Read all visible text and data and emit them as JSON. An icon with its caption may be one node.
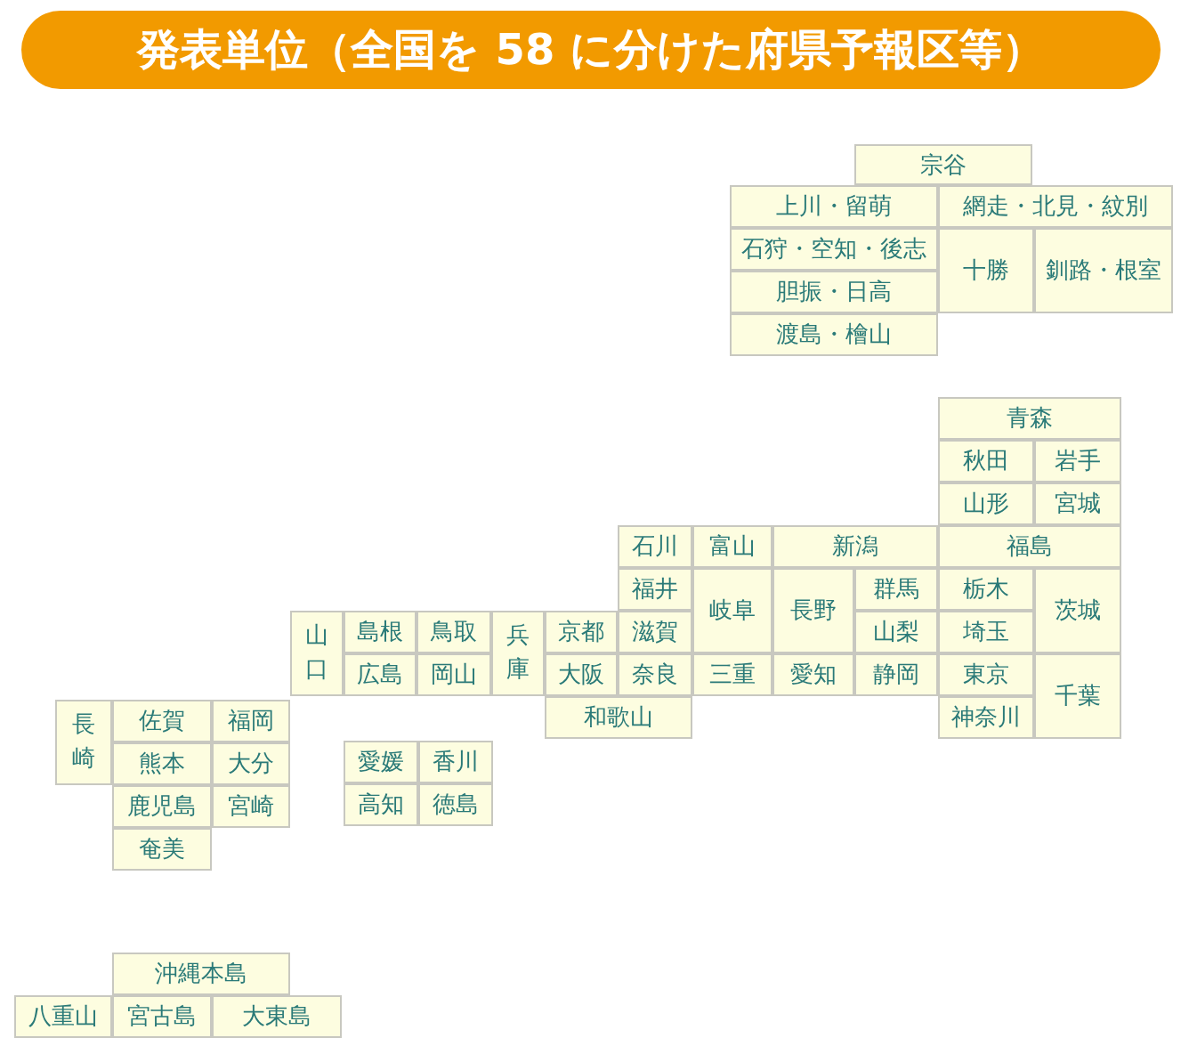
{
  "diagram": {
    "title": "発表単位（全国を 58 に分けた府県予報区等）",
    "nodes": [
      {
        "text": [
          "宗谷"
        ]
      },
      {
        "text": [
          "上川・留萌"
        ]
      },
      {
        "text": [
          "網走・北見・紋別"
        ]
      },
      {
        "text": [
          "石狩・空知・後志"
        ]
      },
      {
        "text": [
          "十勝"
        ]
      },
      {
        "text": [
          "釧路・根室"
        ]
      },
      {
        "text": [
          "胆振・日高"
        ]
      },
      {
        "text": [
          "渡島・檜山"
        ]
      },
      {
        "text": [
          "青森"
        ]
      },
      {
        "text": [
          "秋田"
        ]
      },
      {
        "text": [
          "岩手"
        ]
      },
      {
        "text": [
          "山形"
        ]
      },
      {
        "text": [
          "宮城"
        ]
      },
      {
        "text": [
          "石川"
        ]
      },
      {
        "text": [
          "富山"
        ]
      },
      {
        "text": [
          "新潟"
        ]
      },
      {
        "text": [
          "福島"
        ]
      },
      {
        "text": [
          "福井"
        ]
      },
      {
        "text": [
          "岐阜"
        ]
      },
      {
        "text": [
          "長野"
        ]
      },
      {
        "text": [
          "群馬"
        ]
      },
      {
        "text": [
          "栃木"
        ]
      },
      {
        "text": [
          "茨城"
        ]
      },
      {
        "text": [
          "山口"
        ]
      },
      {
        "text": [
          "島根"
        ]
      },
      {
        "text": [
          "鳥取"
        ]
      },
      {
        "text": [
          "兵庫"
        ]
      },
      {
        "text": [
          "京都"
        ]
      },
      {
        "text": [
          "滋賀"
        ]
      },
      {
        "text": [
          "山梨"
        ]
      },
      {
        "text": [
          "埼玉"
        ]
      },
      {
        "text": [
          "広島"
        ]
      },
      {
        "text": [
          "岡山"
        ]
      },
      {
        "text": [
          "大阪"
        ]
      },
      {
        "text": [
          "奈良"
        ]
      },
      {
        "text": [
          "三重"
        ]
      },
      {
        "text": [
          "愛知"
        ]
      },
      {
        "text": [
          "静岡"
        ]
      },
      {
        "text": [
          "東京"
        ]
      },
      {
        "text": [
          "千葉"
        ]
      },
      {
        "text": [
          "和歌山"
        ]
      },
      {
        "text": [
          "神奈川"
        ]
      },
      {
        "text": [
          "長崎"
        ]
      },
      {
        "text": [
          "佐賀"
        ]
      },
      {
        "text": [
          "福岡"
        ]
      },
      {
        "text": [
          "愛媛"
        ]
      },
      {
        "text": [
          "香川"
        ]
      },
      {
        "text": [
          "熊本"
        ]
      },
      {
        "text": [
          "大分"
        ]
      },
      {
        "text": [
          "高知"
        ]
      },
      {
        "text": [
          "徳島"
        ]
      },
      {
        "text": [
          "鹿児島"
        ]
      },
      {
        "text": [
          "宮崎"
        ]
      },
      {
        "text": [
          "奄美"
        ]
      },
      {
        "text": [
          "沖縄本島"
        ]
      },
      {
        "text": [
          "八重山"
        ]
      },
      {
        "text": [
          "宮古島"
        ]
      },
      {
        "text": [
          "大東島"
        ]
      }
    ]
  }
}
